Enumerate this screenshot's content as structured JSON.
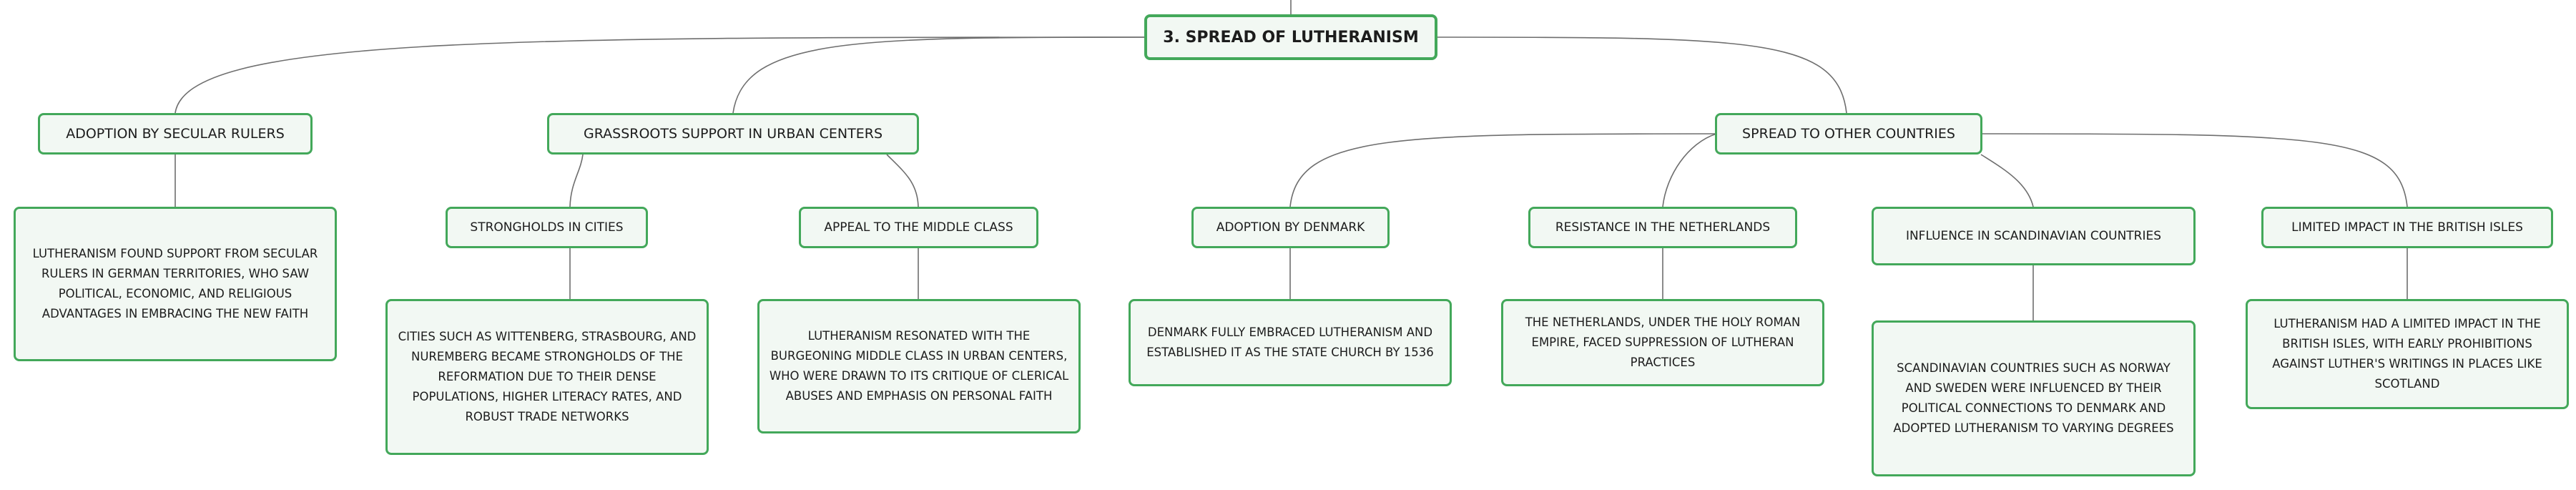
{
  "diagram": {
    "root": "3. SPREAD OF LUTHERANISM",
    "branches": {
      "secular": {
        "label": "ADOPTION BY SECULAR RULERS",
        "detail": "LUTHERANISM FOUND SUPPORT FROM SECULAR RULERS IN GERMAN TERRITORIES, WHO SAW POLITICAL, ECONOMIC, AND RELIGIOUS ADVANTAGES IN EMBRACING THE NEW FAITH"
      },
      "grassroots": {
        "label": "GRASSROOTS SUPPORT IN URBAN CENTERS",
        "children": {
          "strongholds": {
            "label": "STRONGHOLDS IN CITIES",
            "detail": "CITIES SUCH AS WITTENBERG, STRASBOURG, AND NUREMBERG BECAME STRONGHOLDS OF THE REFORMATION DUE TO THEIR DENSE POPULATIONS, HIGHER LITERACY RATES, AND ROBUST TRADE NETWORKS"
          },
          "middle_class": {
            "label": "APPEAL TO THE MIDDLE CLASS",
            "detail": "LUTHERANISM RESONATED WITH THE BURGEONING MIDDLE CLASS IN URBAN CENTERS, WHO WERE DRAWN TO ITS CRITIQUE OF CLERICAL ABUSES AND EMPHASIS ON PERSONAL FAITH"
          }
        }
      },
      "countries": {
        "label": "SPREAD TO OTHER COUNTRIES",
        "children": {
          "denmark": {
            "label": "ADOPTION BY DENMARK",
            "detail": "DENMARK FULLY EMBRACED LUTHERANISM AND ESTABLISHED IT AS THE STATE CHURCH BY 1536"
          },
          "netherlands": {
            "label": "RESISTANCE IN THE NETHERLANDS",
            "detail": "THE NETHERLANDS, UNDER THE HOLY ROMAN EMPIRE, FACED SUPPRESSION OF LUTHERAN PRACTICES"
          },
          "scandinavia": {
            "label": "INFLUENCE IN SCANDINAVIAN COUNTRIES",
            "detail": "SCANDINAVIAN COUNTRIES SUCH AS NORWAY AND SWEDEN WERE INFLUENCED BY THEIR POLITICAL CONNECTIONS TO DENMARK AND ADOPTED LUTHERANISM TO VARYING DEGREES"
          },
          "british": {
            "label": "LIMITED IMPACT IN THE BRITISH ISLES",
            "detail": "LUTHERANISM HAD A LIMITED IMPACT IN THE BRITISH ISLES, WITH EARLY PROHIBITIONS AGAINST LUTHER'S WRITINGS IN PLACES LIKE SCOTLAND"
          }
        }
      }
    }
  }
}
